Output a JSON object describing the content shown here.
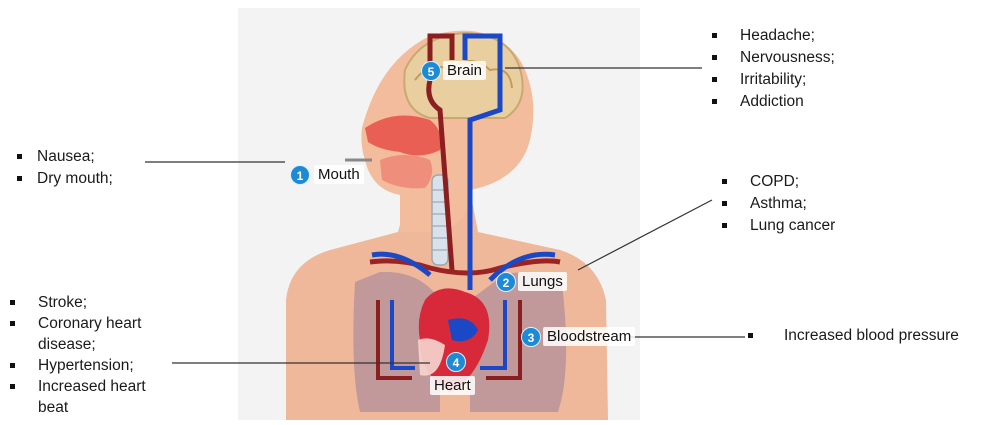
{
  "organs": [
    {
      "number": "1",
      "label": "Mouth",
      "effects": [
        "Nausea;",
        "Dry mouth;"
      ]
    },
    {
      "number": "2",
      "label": "Lungs",
      "effects": [
        "COPD;",
        "Asthma;",
        "Lung cancer"
      ]
    },
    {
      "number": "3",
      "label": "Bloodstream",
      "effects": [
        "Increased blood pressure"
      ]
    },
    {
      "number": "4",
      "label": "Heart",
      "effects": [
        "Stroke;",
        "Coronary heart disease;",
        "Hypertension;",
        "Increased heart beat"
      ]
    },
    {
      "number": "5",
      "label": "Brain",
      "effects": [
        "Headache;",
        "Nervousness;",
        "Irritability;",
        "Addiction"
      ]
    }
  ]
}
